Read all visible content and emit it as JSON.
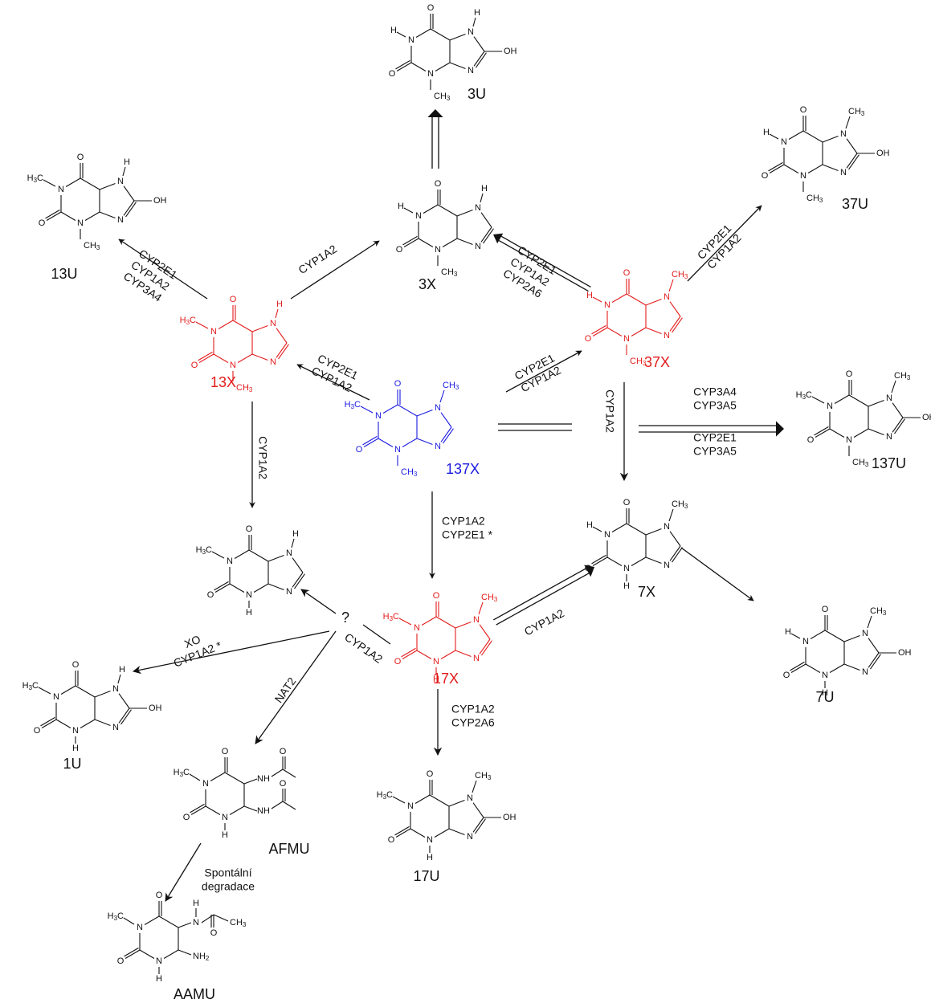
{
  "colors": {
    "black": "#111111",
    "parent": "#1a1adf",
    "primary": "#e31b1b"
  },
  "molecules": [
    {
      "id": "137X",
      "label": "137X",
      "kind": "xanthine",
      "r1": "H3C",
      "r3": "CH3",
      "r7": "CH3",
      "r8": "",
      "n9h": false,
      "color": "#1a1adf"
    },
    {
      "id": "13X",
      "label": "13X",
      "kind": "xanthine",
      "r1": "H3C",
      "r3": "CH3",
      "r7": "H",
      "r8": "",
      "n9h": false,
      "color": "#e31b1b"
    },
    {
      "id": "37X",
      "label": "37X",
      "kind": "xanthine",
      "r1": "H",
      "r3": "CH3",
      "r7": "CH3",
      "r8": "",
      "n9h": false,
      "color": "#e31b1b"
    },
    {
      "id": "17X",
      "label": "17X",
      "kind": "xanthine",
      "r1": "H3C",
      "r3": "H",
      "r7": "CH3",
      "r8": "",
      "n9h": false,
      "color": "#e31b1b"
    },
    {
      "id": "3X",
      "label": "3X",
      "kind": "xanthine",
      "r1": "H",
      "r3": "CH3",
      "r7": "H",
      "r8": "",
      "n9h": false,
      "color": "#111111"
    },
    {
      "id": "7X",
      "label": "7X",
      "kind": "xanthine",
      "r1": "H",
      "r3": "H",
      "r7": "CH3",
      "r8": "",
      "n9h": false,
      "color": "#111111"
    },
    {
      "id": "1X",
      "label": "",
      "kind": "xanthine",
      "r1": "H3C",
      "r3": "H",
      "r7": "H",
      "r8": "",
      "n9h": false,
      "color": "#111111"
    },
    {
      "id": "3U",
      "label": "3U",
      "kind": "xanthine",
      "r1": "H",
      "r3": "CH3",
      "r7": "H",
      "r8": "OH",
      "n9h": false,
      "color": "#111111"
    },
    {
      "id": "13U",
      "label": "13U",
      "kind": "xanthine",
      "r1": "H3C",
      "r3": "CH3",
      "r7": "H",
      "r8": "OH",
      "n9h": false,
      "color": "#111111"
    },
    {
      "id": "37U",
      "label": "37U",
      "kind": "xanthine",
      "r1": "H",
      "r3": "CH3",
      "r7": "CH3",
      "r8": "OH",
      "n9h": false,
      "color": "#111111"
    },
    {
      "id": "137U",
      "label": "137U",
      "kind": "xanthine",
      "r1": "H3C",
      "r3": "CH3",
      "r7": "CH3",
      "r8": "OH",
      "n9h": false,
      "color": "#111111"
    },
    {
      "id": "7U",
      "label": "7U",
      "kind": "xanthine",
      "r1": "H",
      "r3": "H",
      "r7": "CH3",
      "r8": "OH",
      "n9h": false,
      "color": "#111111"
    },
    {
      "id": "1U",
      "label": "1U",
      "kind": "xanthine",
      "r1": "H3C",
      "r3": "H",
      "r7": "H",
      "r8": "OH",
      "n9h": false,
      "color": "#111111"
    },
    {
      "id": "17U",
      "label": "17U",
      "kind": "xanthine",
      "r1": "H3C",
      "r3": "H",
      "r7": "CH3",
      "r8": "OH",
      "n9h": false,
      "color": "#111111"
    },
    {
      "id": "AFMU",
      "label": "AFMU",
      "kind": "uracil",
      "r1": "H3C",
      "sub5": "NH",
      "sub6": "NH",
      "nh": "H",
      "color": "#111111"
    },
    {
      "id": "AAMU",
      "label": "AAMU",
      "kind": "uracil2",
      "r1": "H3C",
      "nh": "H",
      "nh2": "NH2",
      "h": "H",
      "ch3": "CH3",
      "color": "#111111"
    }
  ],
  "atoms": {
    "n": "N",
    "o": "O",
    "h": "H",
    "oh": "OH",
    "ch3": "CH3",
    "h3c": "H3C"
  },
  "enzymes": {
    "e_137_13": [
      "CYP2E1",
      "CYP1A2"
    ],
    "e_137_37": [
      "CYP2E1",
      "CYP1A2"
    ],
    "e_137_17": [
      "CYP1A2",
      "CYP2E1 *"
    ],
    "e_137_137u_top": [
      "CYP3A4",
      "CYP3A5"
    ],
    "e_137_137u_bot": [
      "CYP2E1",
      "CYP3A5"
    ],
    "e_13_3": [
      "CYP1A2"
    ],
    "e_13_13u": [
      "CYP2E1",
      "CYP1A2",
      "CYP3A4"
    ],
    "e_13_1": [
      "CYP1A2"
    ],
    "e_37_3": [
      "CYP2E1",
      "CYP1A2",
      "CYP2A6"
    ],
    "e_37_37u": [
      "CYP2E1",
      "CYP1A2"
    ],
    "e_37_7": [
      "CYP1A2"
    ],
    "e_17_7": [
      "CYP1A2"
    ],
    "e_17_q": [
      "CYP1A2"
    ],
    "e_17_17u": [
      "CYP1A2",
      "CYP2A6"
    ],
    "e_q_1u": [
      "XO",
      "CYP1A2 *"
    ],
    "e_q_afmu": [
      "NAT2"
    ],
    "e_afmu_aamu": [
      "Spontální",
      "degradace"
    ]
  },
  "question": "?"
}
